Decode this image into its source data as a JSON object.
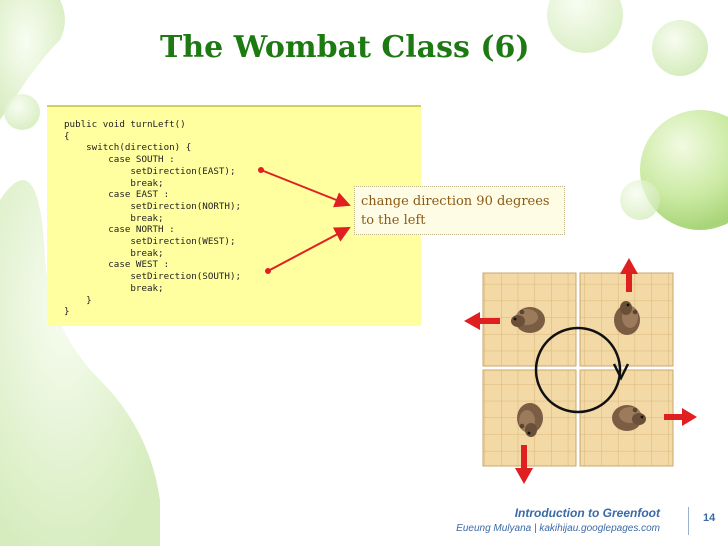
{
  "slide": {
    "title": "The Wombat Class (6)",
    "code": "public void turnLeft()\n{\n    switch(direction) {\n        case SOUTH :\n            setDirection(EAST);\n            break;\n        case EAST :\n            setDirection(NORTH);\n            break;\n        case NORTH :\n            setDirection(WEST);\n            break;\n        case WEST :\n            setDirection(SOUTH);\n            break;\n    }\n}",
    "callout": "change direction 90 degrees to the left",
    "footer_title": "Introduction to Greenfoot",
    "footer_subtitle": "Eueung Mulyana | kakihijau.googlepages.com",
    "page_number": "14"
  },
  "colors": {
    "title": "#1d7a12",
    "code_background": "#ffffa0",
    "arrow": "#e02020",
    "footer": "#3a6aa8",
    "decoration_green": "#a8d878"
  },
  "figure": {
    "wombat_icon": "wombat-icon",
    "direction_arrows": [
      "north",
      "west",
      "south",
      "east"
    ]
  }
}
